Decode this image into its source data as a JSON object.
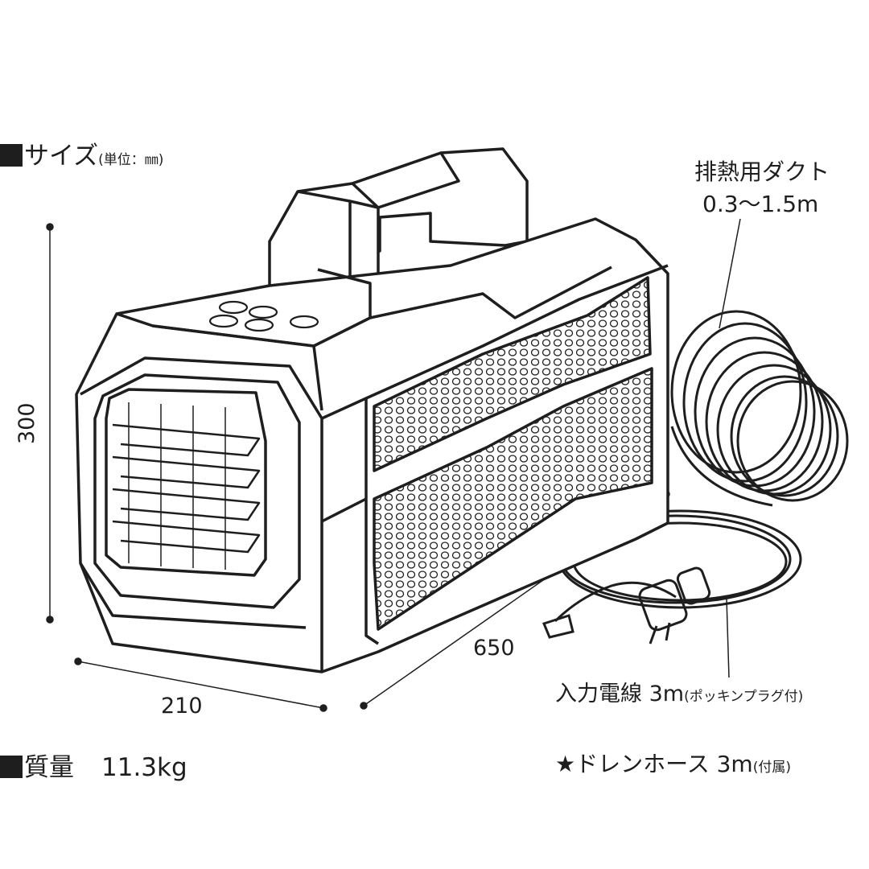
{
  "size_heading": {
    "label": "サイズ",
    "unit_note": "(単位：㎜)"
  },
  "dimensions": {
    "height": "300",
    "width": "210",
    "depth": "650"
  },
  "duct": {
    "label": "排熱用ダクト",
    "length": "0.3〜1.5m"
  },
  "power_cord": {
    "label": "入力電線 3m",
    "note": "(ポッキンプラグ付)"
  },
  "weight": {
    "label": "質量",
    "value": "11.3kg"
  },
  "drain_hose": {
    "label": "★ドレンホース 3m",
    "note": "(付属)"
  },
  "colors": {
    "line": "#1e1e1e",
    "background": "#ffffff"
  }
}
